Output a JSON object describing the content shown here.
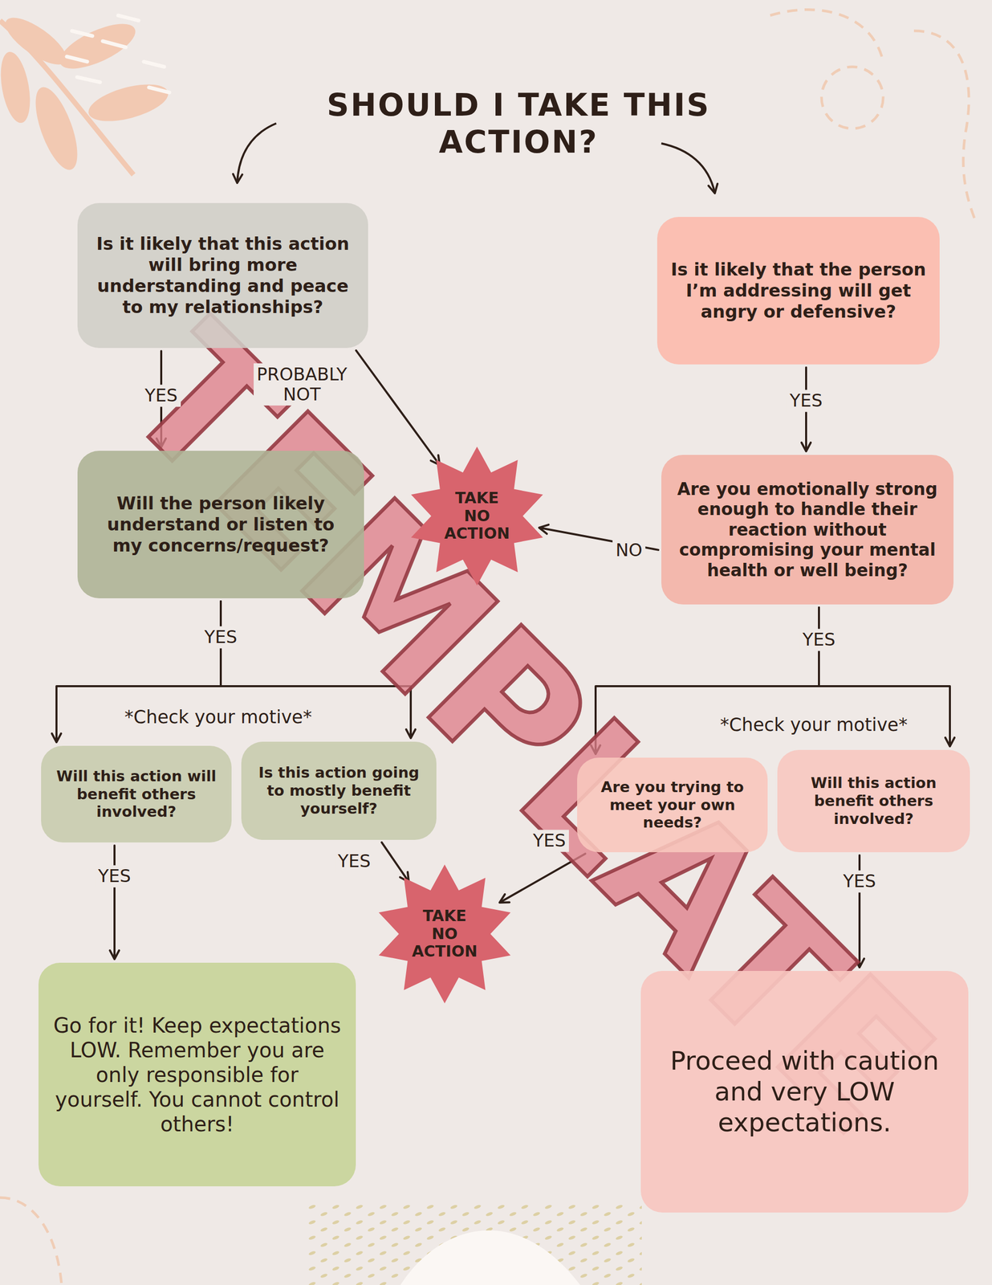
{
  "diagram": {
    "title": "SHOULD I TAKE THIS ACTION?",
    "nodes": [
      {
        "text": [
          "Is it likely that this action will bring more understanding and peace to my relationships?"
        ]
      },
      {
        "text": [
          "Is it likely that the person I’m addressing will get angry or defensive?"
        ]
      },
      {
        "text": [
          "Will the person likely understand or listen to my concerns/request?"
        ]
      },
      {
        "text": [
          "TAKE NO ACTION"
        ]
      },
      {
        "text": [
          "Are you emotionally strong enough to handle their reaction without compromising your mental health or well being?"
        ]
      },
      {
        "text": [
          "Will this action will benefit others involved?"
        ]
      },
      {
        "text": [
          "Is this action going to mostly benefit yourself?"
        ]
      },
      {
        "text": [
          "Are you trying to meet your own needs?"
        ]
      },
      {
        "text": [
          "Will this action benefit others involved?"
        ]
      },
      {
        "text": [
          "TAKE NO ACTION"
        ]
      },
      {
        "text": [
          "Go for it! Keep expectations LOW. Remember you are only responsible for yourself. You cannot control others!"
        ]
      },
      {
        "text": [
          "Proceed with caution and very LOW expectations."
        ]
      }
    ],
    "edges": [
      {
        "from": 0,
        "to": 2,
        "label": "YES",
        "arrow": "to"
      },
      {
        "from": 0,
        "to": 3,
        "label": "PROBABLY NOT",
        "arrow": "to"
      },
      {
        "from": 1,
        "to": 4,
        "label": "YES",
        "arrow": "to"
      },
      {
        "from": 4,
        "to": 3,
        "label": "NO",
        "arrow": "to"
      },
      {
        "from": 2,
        "to": 5,
        "label": "YES",
        "arrow": "to"
      },
      {
        "from": 2,
        "to": 6,
        "arrow": "to"
      },
      {
        "from": 4,
        "to": 7,
        "label": "YES",
        "arrow": "to"
      },
      {
        "from": 4,
        "to": 8,
        "arrow": "to"
      },
      {
        "from": 6,
        "to": 9,
        "label": "YES",
        "arrow": "to"
      },
      {
        "from": 7,
        "to": 9,
        "label": "YES",
        "arrow": "to"
      },
      {
        "from": 5,
        "to": 10,
        "label": "YES",
        "arrow": "to"
      },
      {
        "from": 8,
        "to": 11,
        "label": "YES",
        "arrow": "to"
      }
    ],
    "labels": [
      "*Check your motive*",
      "*Check your motive*",
      "TEMPLATE"
    ]
  }
}
